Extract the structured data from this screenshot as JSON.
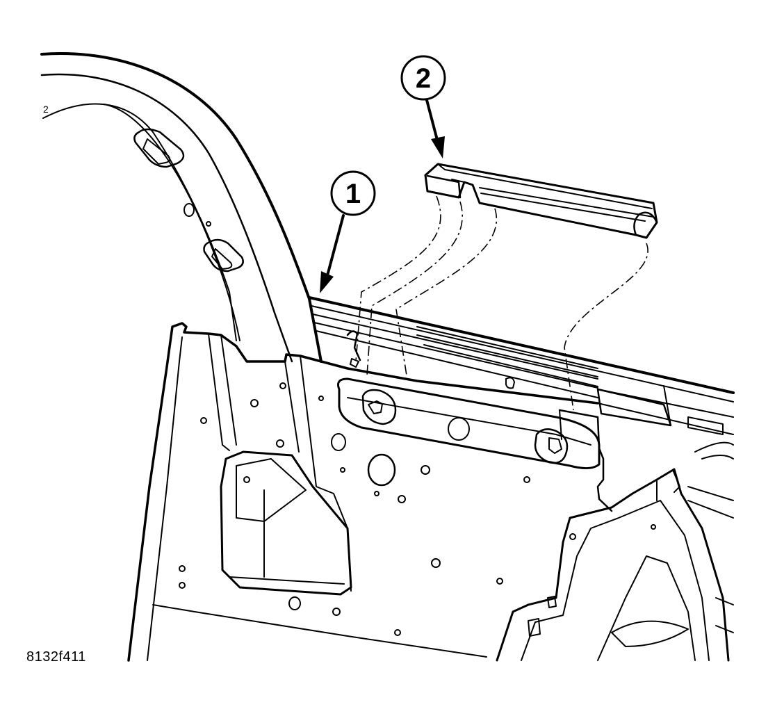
{
  "callouts": [
    {
      "id": "1",
      "label": "1"
    },
    {
      "id": "2",
      "label": "2"
    }
  ],
  "corner_mark": "2",
  "figure_id": "8132f411"
}
